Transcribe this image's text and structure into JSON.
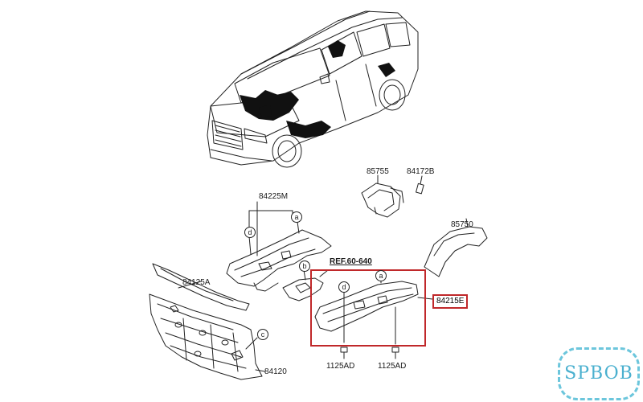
{
  "parts": {
    "p84225M": "84225M",
    "p85755": "85755",
    "p84172B": "84172B",
    "p85750": "85750",
    "p84125A": "84125A",
    "p84120": "84120",
    "p84215E": "84215E",
    "p1125AD_left": "1125AD",
    "p1125AD_right": "1125AD",
    "ref": "REF.60-640"
  },
  "callouts": {
    "a1": "a",
    "a2": "a",
    "b": "b",
    "c": "c",
    "d1": "d",
    "d2": "d"
  },
  "watermark": {
    "text": "SPBOB",
    "color": "#4ab0cf"
  },
  "colors": {
    "highlight": "#c0282a",
    "line": "#222222"
  }
}
